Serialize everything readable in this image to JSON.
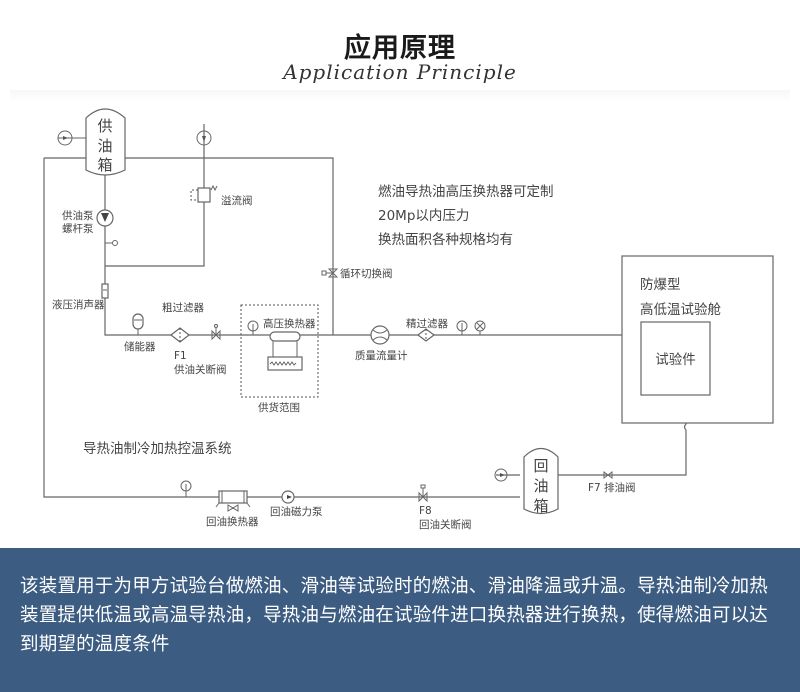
{
  "header": {
    "title": "应用原理",
    "subtitle": "Application Principle"
  },
  "diagram": {
    "supply_tank": {
      "line1": "供",
      "line2": "油",
      "line3": "箱"
    },
    "return_tank": {
      "line1": "回",
      "line2": "油",
      "line3": "箱"
    },
    "labels": {
      "supply_pump_1": "供油泵",
      "supply_pump_2": "螺杆泵",
      "relief_valve": "溢流阀",
      "circulation_valve": "循环切换阀",
      "hydraulic_silencer": "液压消声器",
      "coarse_filter": "粗过滤器",
      "accumulator": "储能器",
      "f1_code": "F1",
      "f1_name": "供油关断阀",
      "hp_exchanger": "高压换热器",
      "supply_scope": "供货范围",
      "mass_flowmeter": "质量流量计",
      "fine_filter": "精过滤器",
      "chamber_1": "防爆型",
      "chamber_2": "高低温试验舱",
      "test_piece": "试验件",
      "system_name": "导热油制冷加热控温系统",
      "return_exchanger": "回油换热器",
      "return_pump": "回油磁力泵",
      "f8_code": "F8",
      "f8_name": "回油关断阀",
      "f7": "F7 排油阀"
    },
    "notes": [
      "燃油导热油高压换热器可定制",
      "20Mp以内压力",
      "换热面积各种规格均有"
    ]
  },
  "footer": {
    "description": "该装置用于为甲方试验台做燃油、滑油等试验时的燃油、滑油降温或升温。导热油制冷加热装置提供低温或高温导热油，导热油与燃油在试验件进口换热器进行换热，使得燃油可以达到期望的温度条件"
  }
}
